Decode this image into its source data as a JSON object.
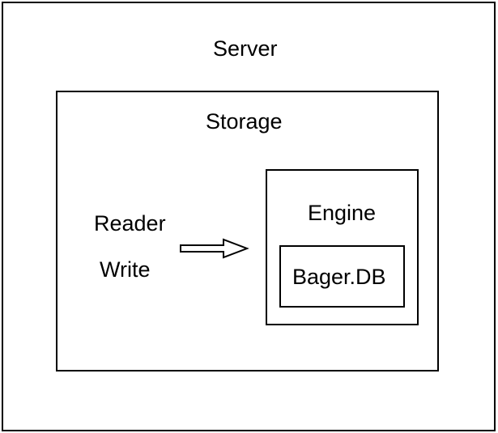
{
  "diagram": {
    "server": {
      "label": "Server"
    },
    "storage": {
      "label": "Storage"
    },
    "engine": {
      "label": "Engine"
    },
    "database": {
      "label": "Bager.DB"
    },
    "operations": {
      "reader": "Reader",
      "write": "Write"
    },
    "colors": {
      "stroke": "#000000",
      "background": "#ffffff"
    }
  }
}
